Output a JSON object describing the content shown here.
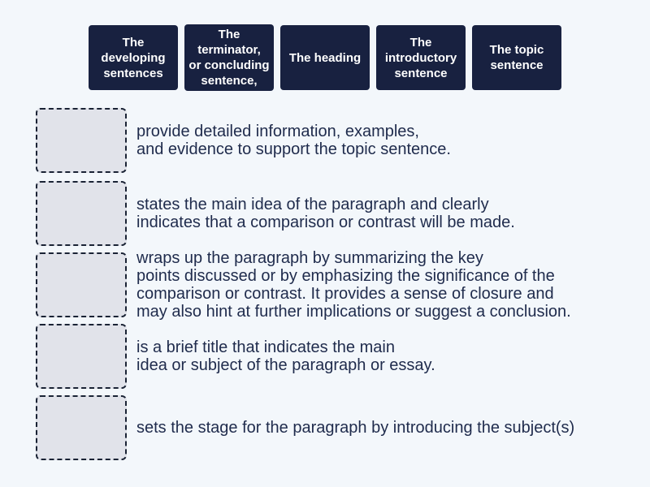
{
  "page": {
    "background_color": "#f3f7fb",
    "tile_color": "#182140",
    "tile_text_color": "#ffffff",
    "dropzone_fill_color": "#e1e3ea",
    "dropzone_border_color": "#1a2335",
    "definition_text_color": "#1f2b4c"
  },
  "word_bank": {
    "tiles": [
      {
        "label": "The\ndeveloping\nsentences"
      },
      {
        "label": "The\nterminator,\nor concluding\nsentence,"
      },
      {
        "label": "The heading"
      },
      {
        "label": "The\nintroductory\nsentence"
      },
      {
        "label": "The topic\nsentence"
      }
    ]
  },
  "match_rows": [
    {
      "definition": "provide detailed information, examples,\nand evidence to support the topic sentence."
    },
    {
      "definition": "states the main idea of the paragraph and clearly\nindicates that a comparison or contrast will be made."
    },
    {
      "definition": "wraps up the paragraph by summarizing the key\npoints discussed or by emphasizing the significance of the\ncomparison or contrast. It provides a sense of closure and\nmay also hint at further implications or suggest a conclusion."
    },
    {
      "definition": "is a brief title that indicates the main\nidea or subject of the paragraph or essay."
    },
    {
      "definition": "sets the stage for the paragraph by introducing the subject(s)"
    }
  ]
}
